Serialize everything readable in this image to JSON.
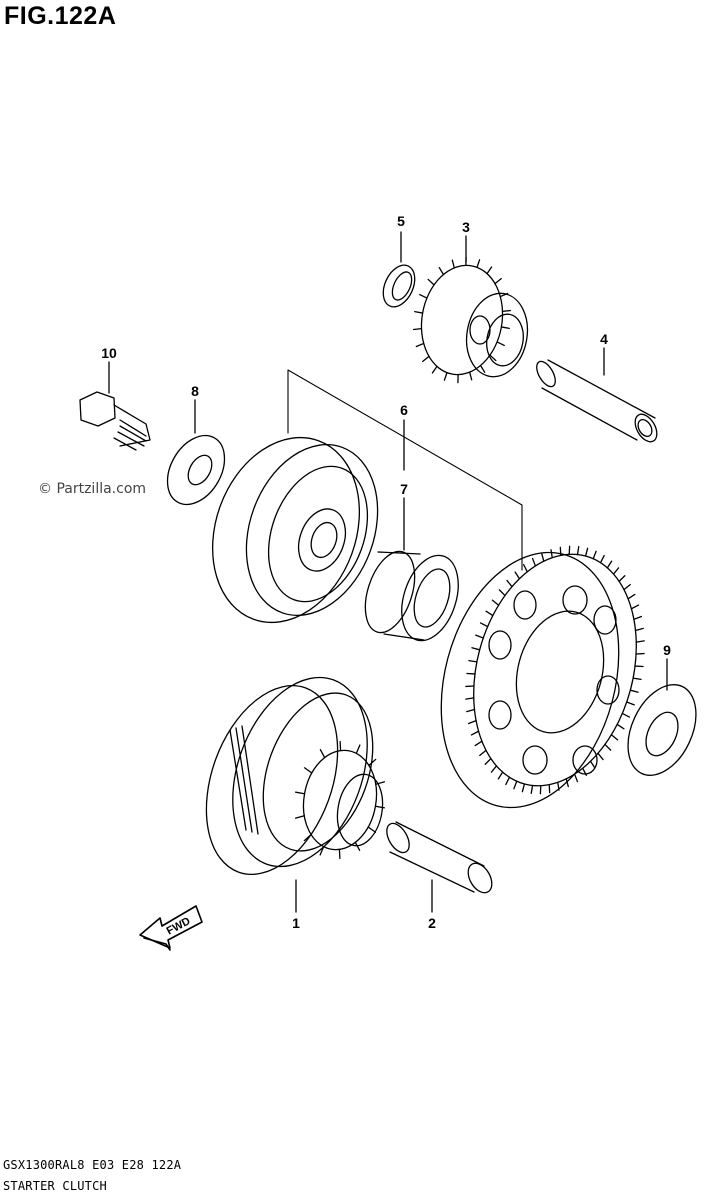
{
  "figure": {
    "title": "FIG.122A",
    "watermark": "© Partzilla.com"
  },
  "footer": {
    "model_line": "GSX1300RAL8  E03  E28  122A",
    "section_name": "STARTER CLUTCH"
  },
  "direction_arrow": {
    "label": "FWD"
  },
  "callouts": [
    {
      "id": "1"
    },
    {
      "id": "2"
    },
    {
      "id": "3"
    },
    {
      "id": "4"
    },
    {
      "id": "5"
    },
    {
      "id": "6"
    },
    {
      "id": "7"
    },
    {
      "id": "8"
    },
    {
      "id": "9"
    },
    {
      "id": "10"
    }
  ]
}
